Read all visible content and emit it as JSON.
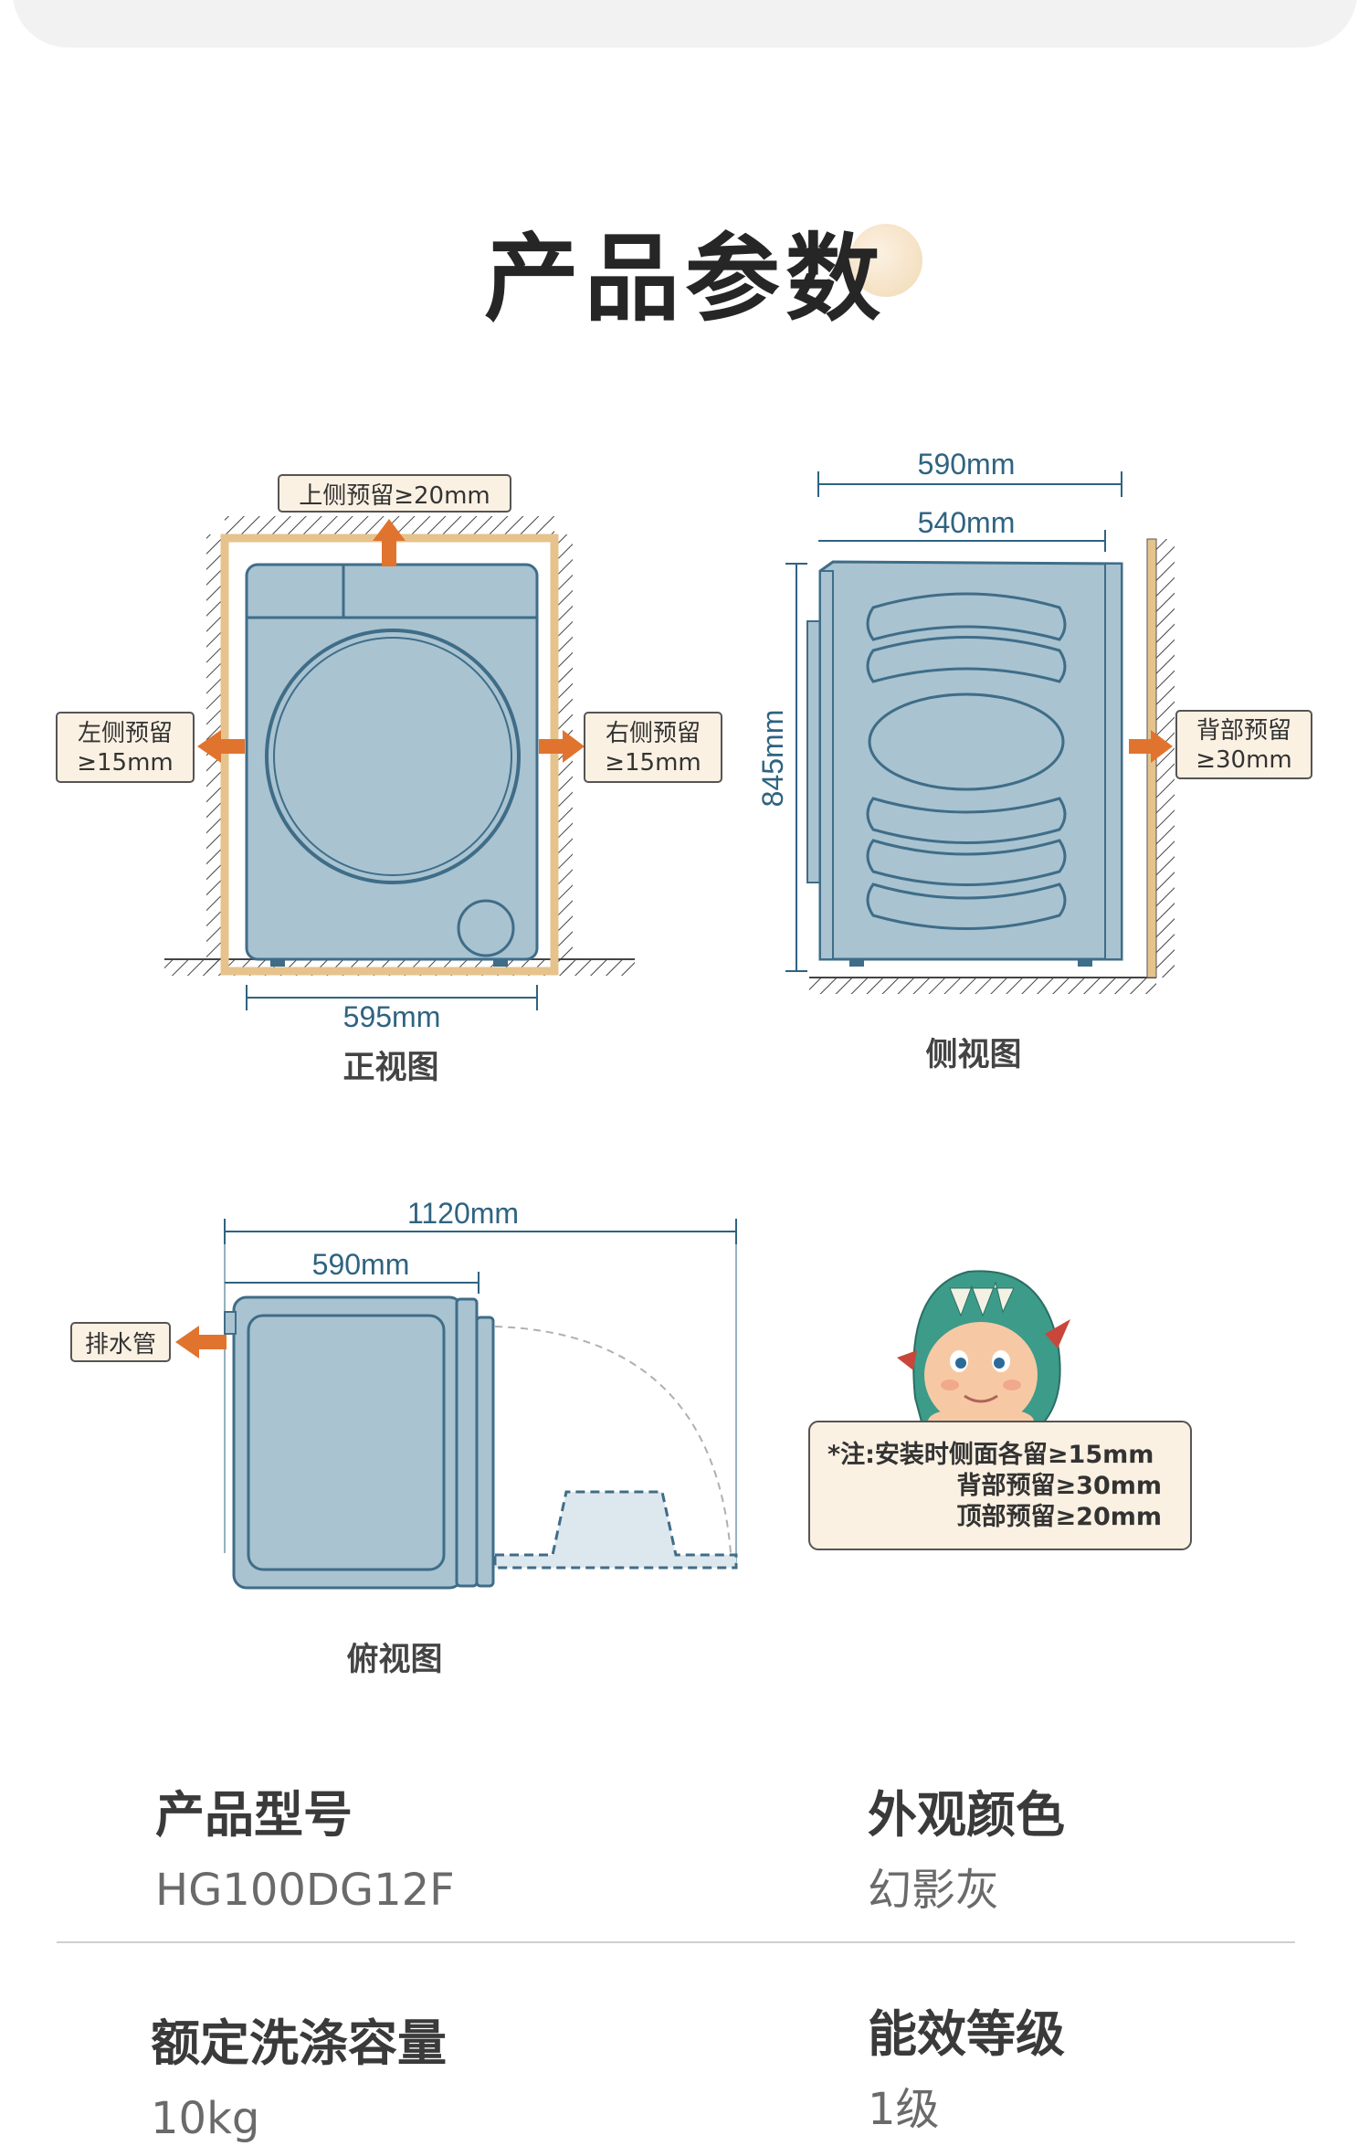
{
  "title": "产品参数",
  "front_view": {
    "caption": "正视图",
    "top_clearance": "上侧预留≥20mm",
    "left_clearance_1": "左侧预留",
    "left_clearance_2": "≥15mm",
    "right_clearance_1": "右侧预留",
    "right_clearance_2": "≥15mm",
    "width_dim": "595mm"
  },
  "side_view": {
    "caption": "侧视图",
    "depth_total": "590mm",
    "depth_body": "540mm",
    "height_dim": "845mm",
    "back_clearance_1": "背部预留",
    "back_clearance_2": "≥30mm"
  },
  "top_view": {
    "caption": "俯视图",
    "open_depth": "1120mm",
    "depth": "590mm",
    "drain_label": "排水管"
  },
  "note": {
    "line1": "*注:安装时侧面各留≥15mm",
    "line2": "背部预留≥30mm",
    "line3": "顶部预留≥20mm"
  },
  "specs": [
    {
      "label": "产品型号",
      "value": "HG100DG12F"
    },
    {
      "label": "外观颜色",
      "value": "幻影灰"
    },
    {
      "label": "额定洗涤容量",
      "value": "10kg"
    },
    {
      "label": "能效等级",
      "value": "1级"
    }
  ],
  "colors": {
    "machine_fill": "#a9c3d1",
    "machine_stroke": "#3f6d88",
    "frame": "#e6c38d",
    "arrow": "#e0742f",
    "label_bg": "#fbf1e3",
    "dimension": "#2f6381"
  }
}
